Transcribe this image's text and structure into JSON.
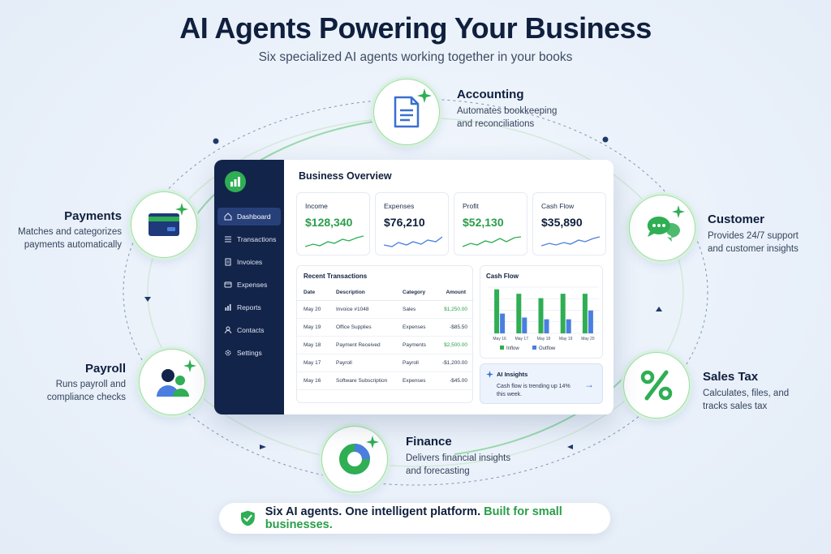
{
  "header": {
    "title": "AI Agents Powering Your Business",
    "subtitle": "Six specialized AI agents working together in your books"
  },
  "agents": {
    "accounting": {
      "title": "Accounting",
      "desc_line1": "Automates bookkeeping",
      "desc_line2": "and reconciliations",
      "icon": "document-icon"
    },
    "payments": {
      "title": "Payments",
      "desc_line1": "Matches and categorizes",
      "desc_line2": "payments automatically",
      "icon": "credit-card-icon"
    },
    "customer": {
      "title": "Customer",
      "desc_line1": "Provides 24/7 support",
      "desc_line2": "and customer insights",
      "icon": "chat-bubbles-icon"
    },
    "payroll": {
      "title": "Payroll",
      "desc_line1": "Runs payroll and",
      "desc_line2": "compliance checks",
      "icon": "people-icon"
    },
    "sales_tax": {
      "title": "Sales Tax",
      "desc_line1": "Calculates, files, and",
      "desc_line2": "tracks sales tax",
      "icon": "percent-icon"
    },
    "finance": {
      "title": "Finance",
      "desc_line1": "Delivers financial insights",
      "desc_line2": "and forecasting",
      "icon": "donut-chart-icon"
    }
  },
  "dashboard": {
    "sidebar": [
      {
        "label": "Dashboard",
        "icon": "home-icon",
        "active": true
      },
      {
        "label": "Transactions",
        "icon": "list-icon"
      },
      {
        "label": "Invoices",
        "icon": "invoice-icon"
      },
      {
        "label": "Expenses",
        "icon": "wallet-icon"
      },
      {
        "label": "Reports",
        "icon": "bar-chart-icon"
      },
      {
        "label": "Contacts",
        "icon": "user-icon"
      },
      {
        "label": "Settings",
        "icon": "gear-icon"
      }
    ],
    "title": "Business Overview",
    "kpis": [
      {
        "label": "Income",
        "value": "$128,340",
        "color": "#2a9d4a"
      },
      {
        "label": "Expenses",
        "value": "$76,210",
        "color": "#0f1f3d"
      },
      {
        "label": "Profit",
        "value": "$52,130",
        "color": "#2a9d4a"
      },
      {
        "label": "Cash Flow",
        "value": "$35,890",
        "color": "#0f1f3d"
      }
    ],
    "transactions": {
      "title": "Recent Transactions",
      "headers": [
        "Date",
        "Description",
        "Category",
        "Amount"
      ],
      "rows": [
        [
          "May 20",
          "Invoice #1048",
          "Sales",
          "$1,250.00"
        ],
        [
          "May 19",
          "Office Supplies",
          "Expenses",
          "-$85.50"
        ],
        [
          "May 18",
          "Payment Received",
          "Payments",
          "$2,500.00"
        ],
        [
          "May 17",
          "Payroll",
          "Payroll",
          "-$1,200.00"
        ],
        [
          "May 16",
          "Software Subscription",
          "Expenses",
          "-$45.00"
        ]
      ]
    },
    "cash_flow": {
      "title": "Cash Flow",
      "legend_inflow": "Inflow",
      "legend_outflow": "Outflow"
    },
    "ai_insights": {
      "title": "AI Insights",
      "text": "Cash flow is trending up 14% this week."
    }
  },
  "chart_data": {
    "type": "bar",
    "title": "Cash Flow",
    "categories": [
      "May 16",
      "May 17",
      "May 18",
      "May 19",
      "May 20"
    ],
    "series": [
      {
        "name": "Inflow",
        "values": [
          10,
          9,
          8,
          9,
          9
        ],
        "color": "#2fae54"
      },
      {
        "name": "Outflow",
        "values": [
          4.5,
          3.6,
          3.2,
          3.2,
          5.2
        ],
        "color": "#4a7fe0"
      }
    ],
    "ylim": [
      0,
      10.5
    ],
    "grid": true,
    "legend": "bottom"
  },
  "footer": {
    "text": "Six AI agents. One intelligent platform.",
    "highlight": "Built for small businesses."
  },
  "colors": {
    "navy": "#13244a",
    "green": "#2fae54",
    "blue": "#4a7fe0"
  }
}
